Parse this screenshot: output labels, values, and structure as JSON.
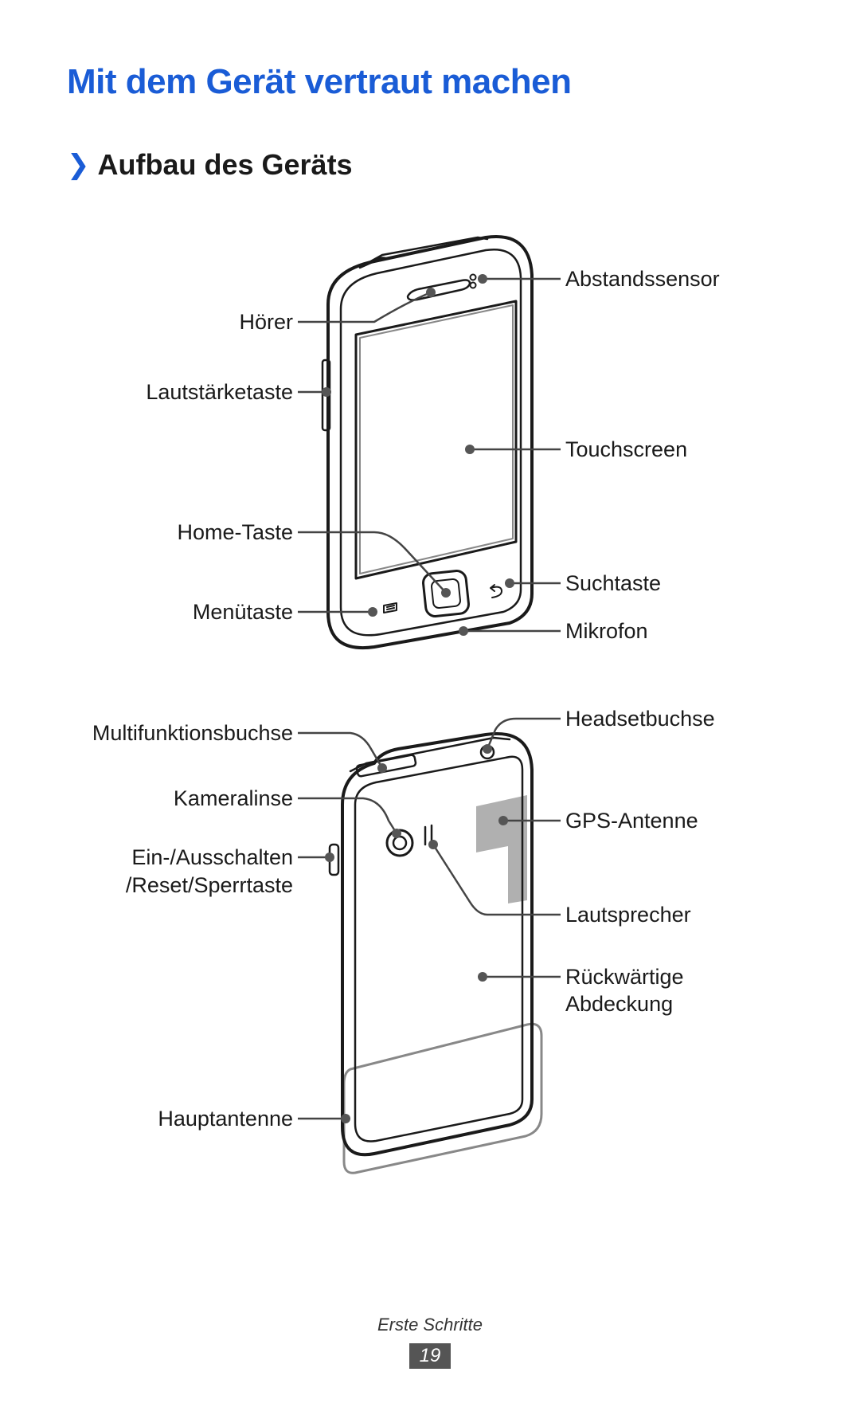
{
  "header": {
    "title": "Mit dem Gerät vertraut machen",
    "section": "Aufbau des Geräts"
  },
  "front_labels": {
    "hoerer": "Hörer",
    "lautstaerketaste": "Lautstärketaste",
    "home_taste": "Home-Taste",
    "menuetaste": "Menütaste",
    "abstandssensor": "Abstandssensor",
    "touchscreen": "Touchscreen",
    "suchtaste": "Suchtaste",
    "mikrofon": "Mikrofon"
  },
  "back_labels": {
    "multifunktionsbuchse": "Multifunktionsbuchse",
    "kameralinse": "Kameralinse",
    "ein_ausschalten_1": "Ein-/Ausschalten",
    "ein_ausschalten_2": "/Reset/Sperrtaste",
    "hauptantenne": "Hauptantenne",
    "headsetbuchse": "Headsetbuchse",
    "gps_antenne": "GPS-Antenne",
    "lautsprecher": "Lautsprecher",
    "rueckwaertige_1": "Rückwärtige",
    "rueckwaertige_2": "Abdeckung"
  },
  "footer": {
    "section_name": "Erste Schritte",
    "page_number": "19"
  },
  "colors": {
    "accent": "#1a5cd6",
    "antenna_fill": "#b0b0b0"
  }
}
